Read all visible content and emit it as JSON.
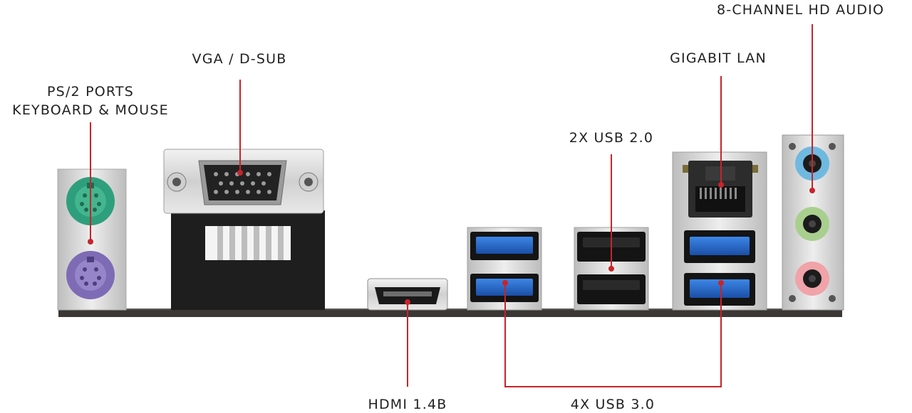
{
  "labels": {
    "ps2_line1": "PS/2 PORTS",
    "ps2_line2": "KEYBOARD & MOUSE",
    "vga": "VGA / D-SUB",
    "hdmi": "HDMI 1.4B",
    "usb2": "2X USB 2.0",
    "usb3": "4X USB 3.0",
    "lan": "GIGABIT LAN",
    "audio": "8-CHANNEL HD AUDIO"
  },
  "colors": {
    "leader_line": "#c8242b",
    "ps2_keyboard": "#2e9f7c",
    "ps2_mouse": "#7e6bb5",
    "usb3_blue": "#1f63c4",
    "usb2_black": "#1b1b1b",
    "audio_line_in": "#6fb9e0",
    "audio_line_out": "#a9cf8f",
    "audio_mic": "#f0a3a8",
    "metal": "#d8d8d8",
    "io_bar": "#3a3734"
  }
}
